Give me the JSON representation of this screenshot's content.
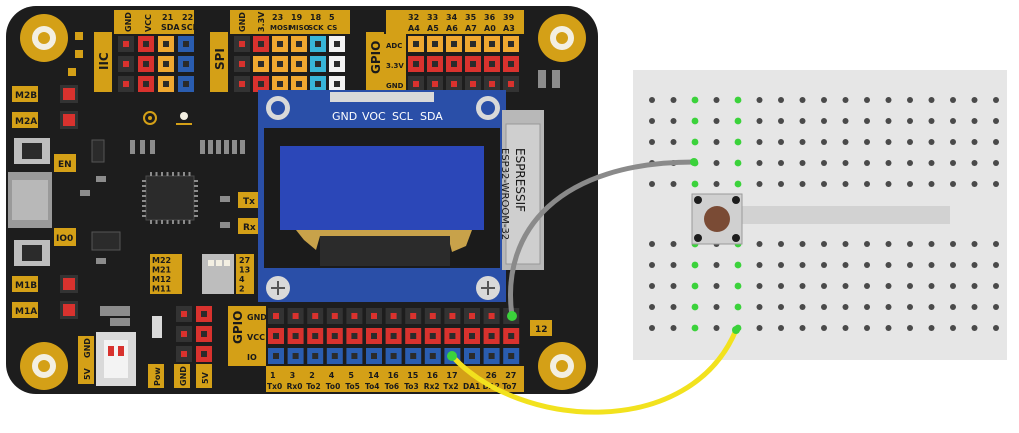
{
  "board": {
    "iic_group": {
      "title": "IIC",
      "cols": [
        "GND",
        "VCC",
        "SDA",
        "SCL"
      ],
      "nums": [
        "21",
        "22"
      ]
    },
    "spi_group": {
      "title": "SPI",
      "cols": [
        "GND",
        "3.3V",
        "MOSI",
        "MISO",
        "SCK",
        "CS"
      ],
      "nums": [
        "23",
        "19",
        "18",
        "5"
      ]
    },
    "gpio_top": {
      "title": "GPIO",
      "nums": [
        "32",
        "33",
        "34",
        "35",
        "36",
        "39"
      ],
      "analog": [
        "A4",
        "A5",
        "A6",
        "A7",
        "A0",
        "A3"
      ],
      "rows": [
        "ADC",
        "3.3V",
        "GND"
      ]
    },
    "motor_labels": [
      "M2B",
      "M2A",
      "M1B",
      "M1A"
    ],
    "en_label": "EN",
    "io0_label": "IO0",
    "tx_label": "Tx",
    "rx_label": "Rx",
    "dip_labels": [
      "M22",
      "M21",
      "M12",
      "M11"
    ],
    "dip_nums": [
      "27",
      "13",
      "4",
      "2"
    ],
    "oled_pins": [
      "GND",
      "VOC",
      "SCL",
      "SDA"
    ],
    "module_text": [
      "ESPRESSIF",
      "ESP32-WROOM-32"
    ],
    "gpio_bottom": {
      "title": "GPIO",
      "rows": [
        "GND",
        "VCC",
        "IO"
      ],
      "nums": [
        "1",
        "3",
        "2",
        "4",
        "5",
        "14",
        "16",
        "15",
        "16",
        "17",
        "",
        "26",
        "27"
      ],
      "funcs": [
        "Tx0",
        "Rx0",
        "To2",
        "To0",
        "To5",
        "To4",
        "To6",
        "To3",
        "Rx2",
        "Tx2",
        "DA1",
        "DA2",
        "To7"
      ]
    },
    "pin12_label": "12",
    "power_labels": [
      "GND",
      "5V",
      "Pow",
      "GND",
      "5V"
    ],
    "colors": {
      "board": "#1d1d1d",
      "gold": "#d4a017",
      "red": "#d8322e",
      "blue": "#2a5db0",
      "cyan": "#38b6d8",
      "orange": "#f0a830",
      "oled": "#2a4fa8"
    }
  },
  "breadboard": {
    "color": "#e6e6e6"
  },
  "button": {
    "cap_color": "#7a4b35"
  },
  "wires": {
    "gray": "#8a8a8a",
    "yellow": "#f2e21e"
  }
}
